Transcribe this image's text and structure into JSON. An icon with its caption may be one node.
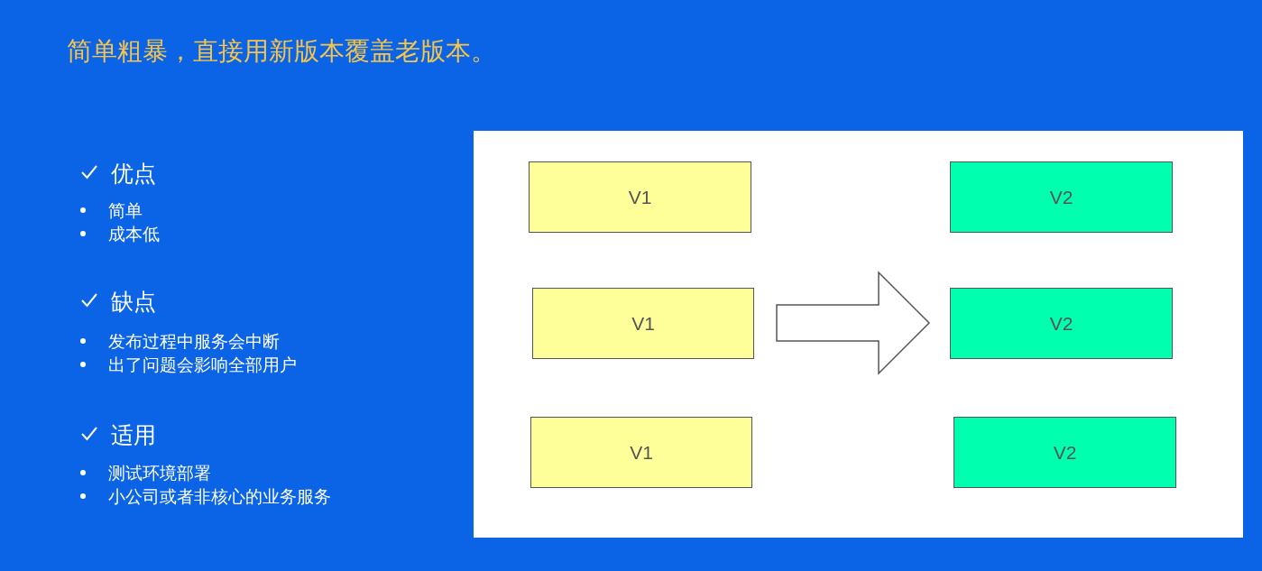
{
  "diagram": {
    "title": "简单粗暴，直接用新版本覆盖老版本。",
    "nodes": [
      {
        "text": [
          "V1"
        ]
      },
      {
        "text": [
          "V1"
        ]
      },
      {
        "text": [
          "V1"
        ]
      },
      {
        "text": [
          "V2"
        ]
      },
      {
        "text": [
          "V2"
        ]
      },
      {
        "text": [
          "V2"
        ]
      }
    ],
    "edges": [
      {
        "from": 1,
        "to": 4,
        "arrow": "to",
        "style": "thick"
      }
    ],
    "labels": [
      "优点",
      "简单",
      "成本低",
      "缺点",
      "发布过程中服务会中断",
      "出了问题会影响全部用户",
      "适用",
      "测试环境部署",
      "小公司或者非核心的业务服务"
    ]
  }
}
